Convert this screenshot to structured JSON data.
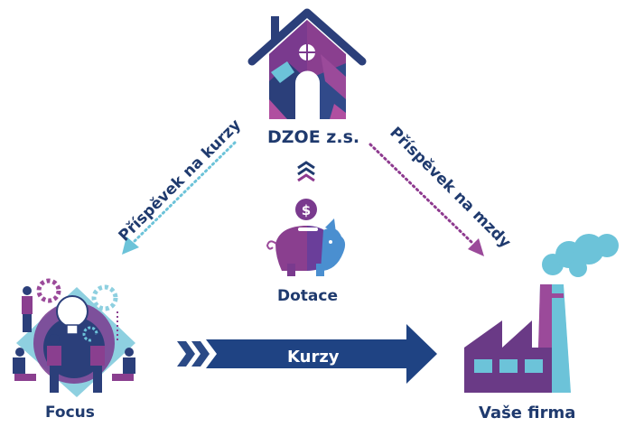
{
  "nodes": {
    "top": {
      "label": "DZOE z.s.",
      "icon": "house-icon"
    },
    "center": {
      "label": "Dotace",
      "icon": "piggy-bank-icon"
    },
    "left": {
      "label": "Focus",
      "icon": "team-meeting-icon"
    },
    "right": {
      "label": "Vaše firma",
      "icon": "factory-icon"
    }
  },
  "edges": {
    "top_to_left": {
      "label": "Příspěvek na kurzy",
      "style": "dotted",
      "color": "#6cc3d9"
    },
    "top_to_right": {
      "label": "Příspěvek na mzdy",
      "style": "dotted",
      "color": "#8e3a8f"
    },
    "left_to_right": {
      "label": "Kurzy",
      "style": "solid",
      "color": "#1f3a6e"
    },
    "center_to_top": {
      "icon": "chevrons-up-icon"
    }
  },
  "colors": {
    "navy": "#1f3a6e",
    "purple": "#7a3a8e",
    "magenta": "#9b4a9a",
    "light_blue": "#6cc3d9"
  }
}
